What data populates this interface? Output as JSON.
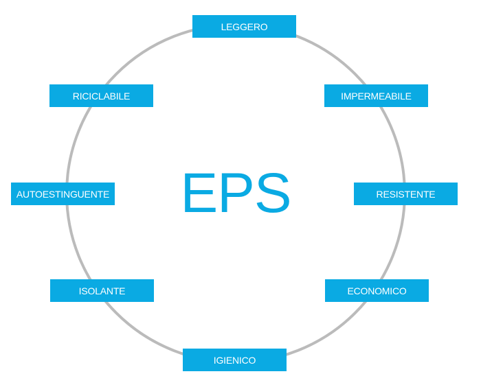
{
  "diagram": {
    "center_label": "EPS",
    "accent_color": "#0aaae3",
    "ring_color": "#bbbbbb",
    "properties": [
      {
        "id": "leggero",
        "label": "LEGGERO"
      },
      {
        "id": "impermeabile",
        "label": "IMPERMEABILE"
      },
      {
        "id": "resistente",
        "label": "RESISTENTE"
      },
      {
        "id": "economico",
        "label": "ECONOMICO"
      },
      {
        "id": "igienico",
        "label": "IGIENICO"
      },
      {
        "id": "isolante",
        "label": "ISOLANTE"
      },
      {
        "id": "autoestinguente",
        "label": "AUTOESTINGUENTE"
      },
      {
        "id": "riciclabile",
        "label": "RICICLABILE"
      }
    ]
  }
}
